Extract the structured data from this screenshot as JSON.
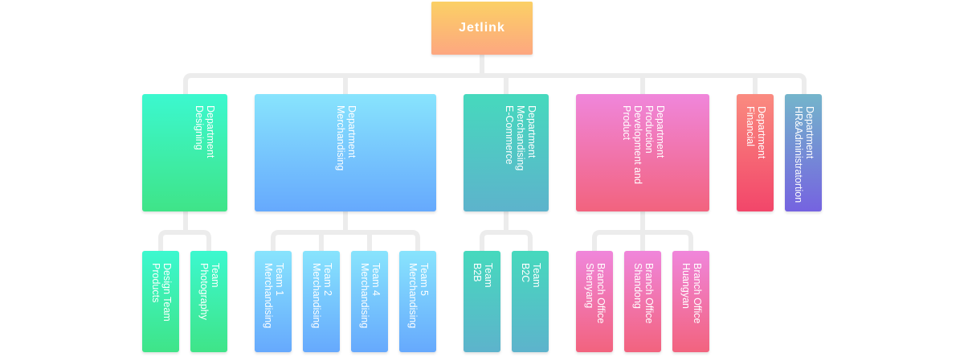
{
  "root": {
    "label": "Jetlink"
  },
  "departments": [
    {
      "label": "Department\nDesigning"
    },
    {
      "label": "Department\nMerchandising"
    },
    {
      "label": "Department\nMerchandising\nE-Commerce"
    },
    {
      "label": "Department\nProduction\nDevelopment and\nProduct"
    },
    {
      "label": "Department\nFinancial"
    },
    {
      "label": "Department\nHR&Administratortion"
    }
  ],
  "teams": [
    {
      "label": "Design Team\nProducts"
    },
    {
      "label": "Team\nPhotography"
    },
    {
      "label": "Team 1\nMerchandising"
    },
    {
      "label": "Team 2\nMerchandising"
    },
    {
      "label": "Team 4\nMerchandising"
    },
    {
      "label": "Team 5\nMerchandising"
    },
    {
      "label": "Team\nB2B"
    },
    {
      "label": "Team\nB2C"
    },
    {
      "label": "Branch Office\nShenyang"
    },
    {
      "label": "Branch Office\nShandong"
    },
    {
      "label": "Branch Office\nHuangyan"
    }
  ],
  "colors": {
    "connector": "#ececec",
    "text": "#ffffff"
  }
}
